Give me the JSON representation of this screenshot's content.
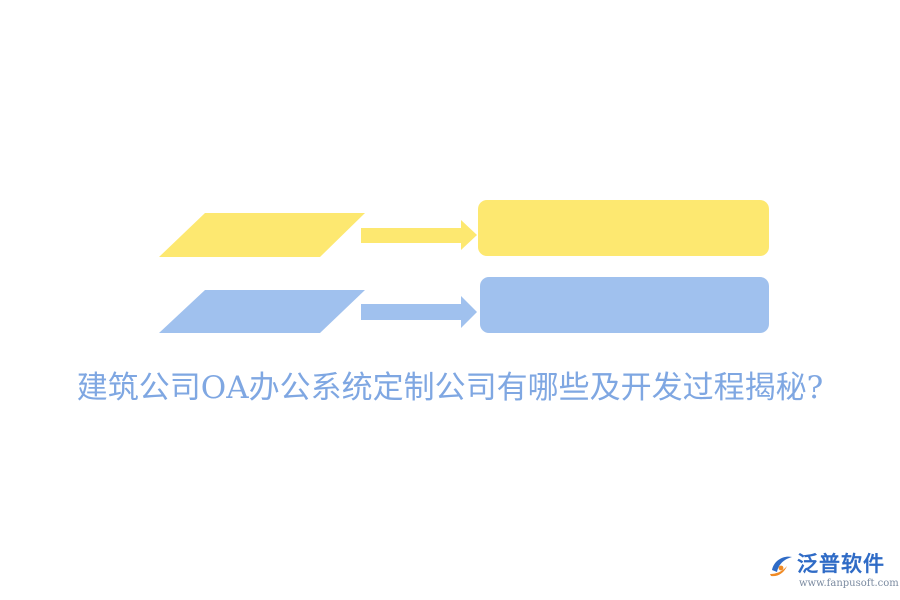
{
  "title": "建筑公司OA办公系统定制公司有哪些及开发过程揭秘?",
  "logo": {
    "name": "泛普软件",
    "url": "www.fanpusoft.com"
  },
  "colors": {
    "yellow": "#fde870",
    "blue": "#a0c1ee",
    "title_text": "#7fa7e2",
    "logo_blue": "#2f6bc6",
    "logo_orange": "#f08a24",
    "logo_gray": "#7a8aa0"
  },
  "icons": {
    "logo_mark": "fanpu-logo-icon"
  }
}
